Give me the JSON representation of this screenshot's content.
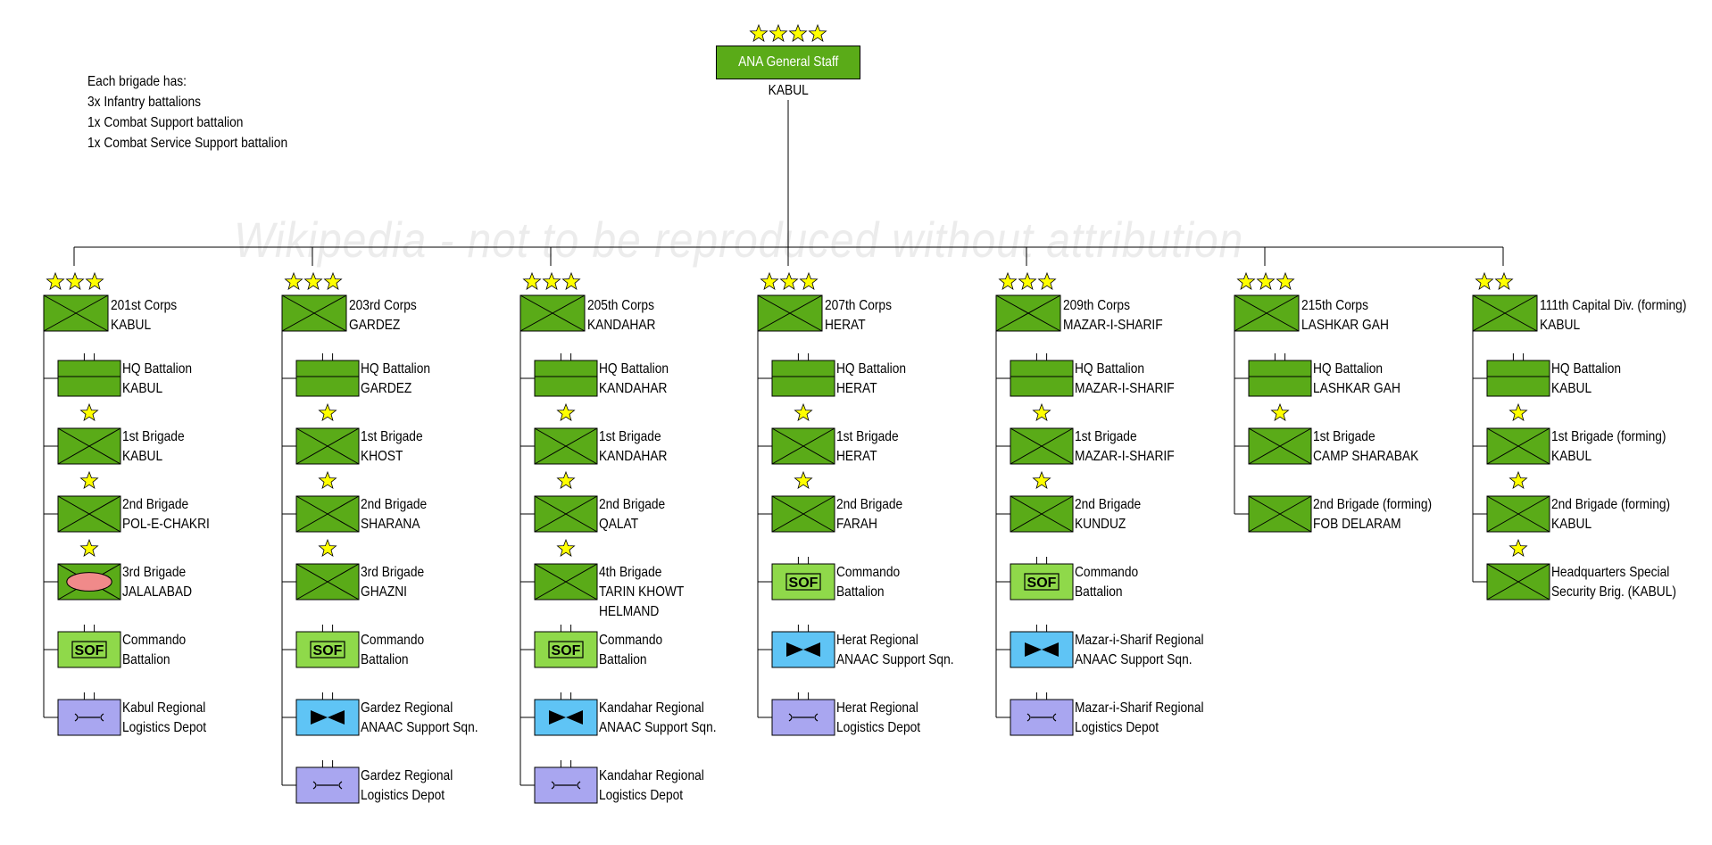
{
  "watermark": "Wikipedia - not to be reproduced without attribution",
  "note": {
    "title": "Each brigade has:",
    "lines": [
      "3x Infantry battalions",
      "1x Combat Support battalion",
      "1x Combat Service Support battalion"
    ]
  },
  "general_staff": {
    "name": "ANA General Staff",
    "location": "KABUL",
    "stars": 4
  },
  "colors": {
    "infantry": "#5aab18",
    "sof": "#8fd94a",
    "aviation": "#5fc4f5",
    "logistics": "#a9a6f0",
    "mountain": "#f08a8a",
    "star": "#ffff00"
  },
  "sof_label": "SOF",
  "columns": [
    {
      "stars": 3,
      "corps": "201st Corps",
      "location": "KABUL",
      "units": [
        {
          "type": "hq",
          "stars": 0,
          "lines": [
            "HQ Battalion",
            "KABUL"
          ]
        },
        {
          "type": "infantry",
          "stars": 1,
          "lines": [
            "1st Brigade",
            "KABUL"
          ]
        },
        {
          "type": "infantry",
          "stars": 1,
          "lines": [
            "2nd Brigade",
            "POL-E-CHAKRI"
          ]
        },
        {
          "type": "mountain",
          "stars": 1,
          "lines": [
            "3rd Brigade",
            "JALALABAD"
          ]
        },
        {
          "type": "sof",
          "stars": 0,
          "lines": [
            "Commando",
            "Battalion"
          ]
        },
        {
          "type": "logistics",
          "stars": 0,
          "lines": [
            "Kabul Regional",
            "Logistics Depot"
          ]
        }
      ]
    },
    {
      "stars": 3,
      "corps": "203rd Corps",
      "location": "GARDEZ",
      "units": [
        {
          "type": "hq",
          "stars": 0,
          "lines": [
            "HQ Battalion",
            "GARDEZ"
          ]
        },
        {
          "type": "infantry",
          "stars": 1,
          "lines": [
            "1st Brigade",
            "KHOST"
          ]
        },
        {
          "type": "infantry",
          "stars": 1,
          "lines": [
            "2nd Brigade",
            "SHARANA"
          ]
        },
        {
          "type": "infantry",
          "stars": 1,
          "lines": [
            "3rd Brigade",
            "GHAZNI"
          ]
        },
        {
          "type": "sof",
          "stars": 0,
          "lines": [
            "Commando",
            "Battalion"
          ]
        },
        {
          "type": "aviation",
          "stars": 0,
          "lines": [
            "Gardez Regional",
            "ANAAC Support Sqn."
          ]
        },
        {
          "type": "logistics",
          "stars": 0,
          "lines": [
            "Gardez Regional",
            "Logistics Depot"
          ]
        }
      ]
    },
    {
      "stars": 3,
      "corps": "205th Corps",
      "location": "KANDAHAR",
      "units": [
        {
          "type": "hq",
          "stars": 0,
          "lines": [
            "HQ Battalion",
            "KANDAHAR"
          ]
        },
        {
          "type": "infantry",
          "stars": 1,
          "lines": [
            "1st Brigade",
            "KANDAHAR"
          ]
        },
        {
          "type": "infantry",
          "stars": 1,
          "lines": [
            "2nd Brigade",
            "QALAT"
          ]
        },
        {
          "type": "infantry",
          "stars": 1,
          "lines": [
            "4th Brigade",
            "TARIN KHOWT",
            "HELMAND"
          ]
        },
        {
          "type": "sof",
          "stars": 0,
          "lines": [
            "Commando",
            "Battalion"
          ]
        },
        {
          "type": "aviation",
          "stars": 0,
          "lines": [
            "Kandahar Regional",
            "ANAAC Support Sqn."
          ]
        },
        {
          "type": "logistics",
          "stars": 0,
          "lines": [
            "Kandahar Regional",
            "Logistics Depot"
          ]
        }
      ]
    },
    {
      "stars": 3,
      "corps": "207th Corps",
      "location": "HERAT",
      "units": [
        {
          "type": "hq",
          "stars": 0,
          "lines": [
            "HQ Battalion",
            "HERAT"
          ]
        },
        {
          "type": "infantry",
          "stars": 1,
          "lines": [
            "1st Brigade",
            "HERAT"
          ]
        },
        {
          "type": "infantry",
          "stars": 1,
          "lines": [
            "2nd Brigade",
            "FARAH"
          ]
        },
        {
          "type": "sof",
          "stars": 0,
          "lines": [
            "Commando",
            "Battalion"
          ]
        },
        {
          "type": "aviation",
          "stars": 0,
          "lines": [
            "Herat Regional",
            "ANAAC Support Sqn."
          ]
        },
        {
          "type": "logistics",
          "stars": 0,
          "lines": [
            "Herat Regional",
            "Logistics Depot"
          ]
        }
      ]
    },
    {
      "stars": 3,
      "corps": "209th Corps",
      "location": "MAZAR-I-SHARIF",
      "units": [
        {
          "type": "hq",
          "stars": 0,
          "lines": [
            "HQ Battalion",
            "MAZAR-I-SHARIF"
          ]
        },
        {
          "type": "infantry",
          "stars": 1,
          "lines": [
            "1st Brigade",
            "MAZAR-I-SHARIF"
          ]
        },
        {
          "type": "infantry",
          "stars": 1,
          "lines": [
            "2nd Brigade",
            "KUNDUZ"
          ]
        },
        {
          "type": "sof",
          "stars": 0,
          "lines": [
            "Commando",
            "Battalion"
          ]
        },
        {
          "type": "aviation",
          "stars": 0,
          "lines": [
            "Mazar-i-Sharif Regional",
            "ANAAC Support Sqn."
          ]
        },
        {
          "type": "logistics",
          "stars": 0,
          "lines": [
            "Mazar-i-Sharif Regional",
            "Logistics Depot"
          ]
        }
      ]
    },
    {
      "stars": 3,
      "corps": "215th Corps",
      "location": "LASHKAR GAH",
      "units": [
        {
          "type": "hq",
          "stars": 0,
          "lines": [
            "HQ Battalion",
            "LASHKAR GAH"
          ]
        },
        {
          "type": "infantry",
          "stars": 1,
          "lines": [
            "1st Brigade",
            "CAMP SHARABAK"
          ]
        },
        {
          "type": "infantry",
          "stars": 0,
          "lines": [
            "2nd Brigade (forming)",
            "FOB DELARAM"
          ]
        }
      ]
    },
    {
      "stars": 2,
      "corps": "111th Capital Div. (forming)",
      "location": "KABUL",
      "units": [
        {
          "type": "hq",
          "stars": 0,
          "lines": [
            "HQ Battalion",
            "KABUL"
          ]
        },
        {
          "type": "infantry",
          "stars": 1,
          "lines": [
            "1st Brigade (forming)",
            "KABUL"
          ]
        },
        {
          "type": "infantry",
          "stars": 1,
          "lines": [
            "2nd Brigade (forming)",
            "KABUL"
          ]
        },
        {
          "type": "infantry",
          "stars": 1,
          "lines": [
            "Headquarters Special",
            "Security Brig. (KABUL)"
          ]
        }
      ]
    }
  ]
}
